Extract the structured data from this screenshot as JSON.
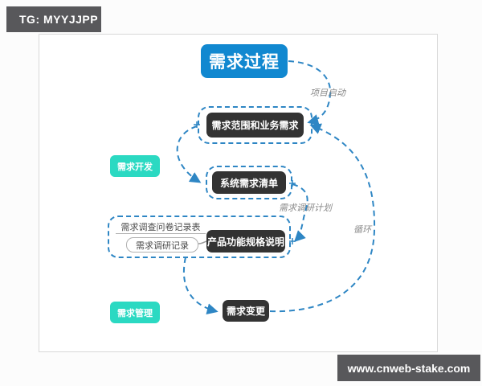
{
  "badges": {
    "telegram": "TG: MYYJJPP",
    "website": "www.cnweb-stake.com"
  },
  "diagram": {
    "title": "需求过程",
    "nodes": {
      "scope": "需求范围和业务需求",
      "system_list": "系统需求清单",
      "survey_form": "需求调查问卷记录表",
      "survey_record": "需求调研记录",
      "product_spec": "产品功能规格说明",
      "change": "需求变更"
    },
    "phases": {
      "development": "需求开发",
      "management": "需求管理"
    },
    "edge_labels": {
      "kickoff": "项目启动",
      "survey_plan": "需求调研计划",
      "loop": "循环"
    },
    "colors": {
      "title_blue": "#1188d0",
      "connector_blue": "#2e86c4",
      "node_dark": "#333333",
      "phase_teal": "#2bd9c2",
      "badge_gray": "#58585b",
      "label_gray": "#8a8a8a"
    }
  }
}
